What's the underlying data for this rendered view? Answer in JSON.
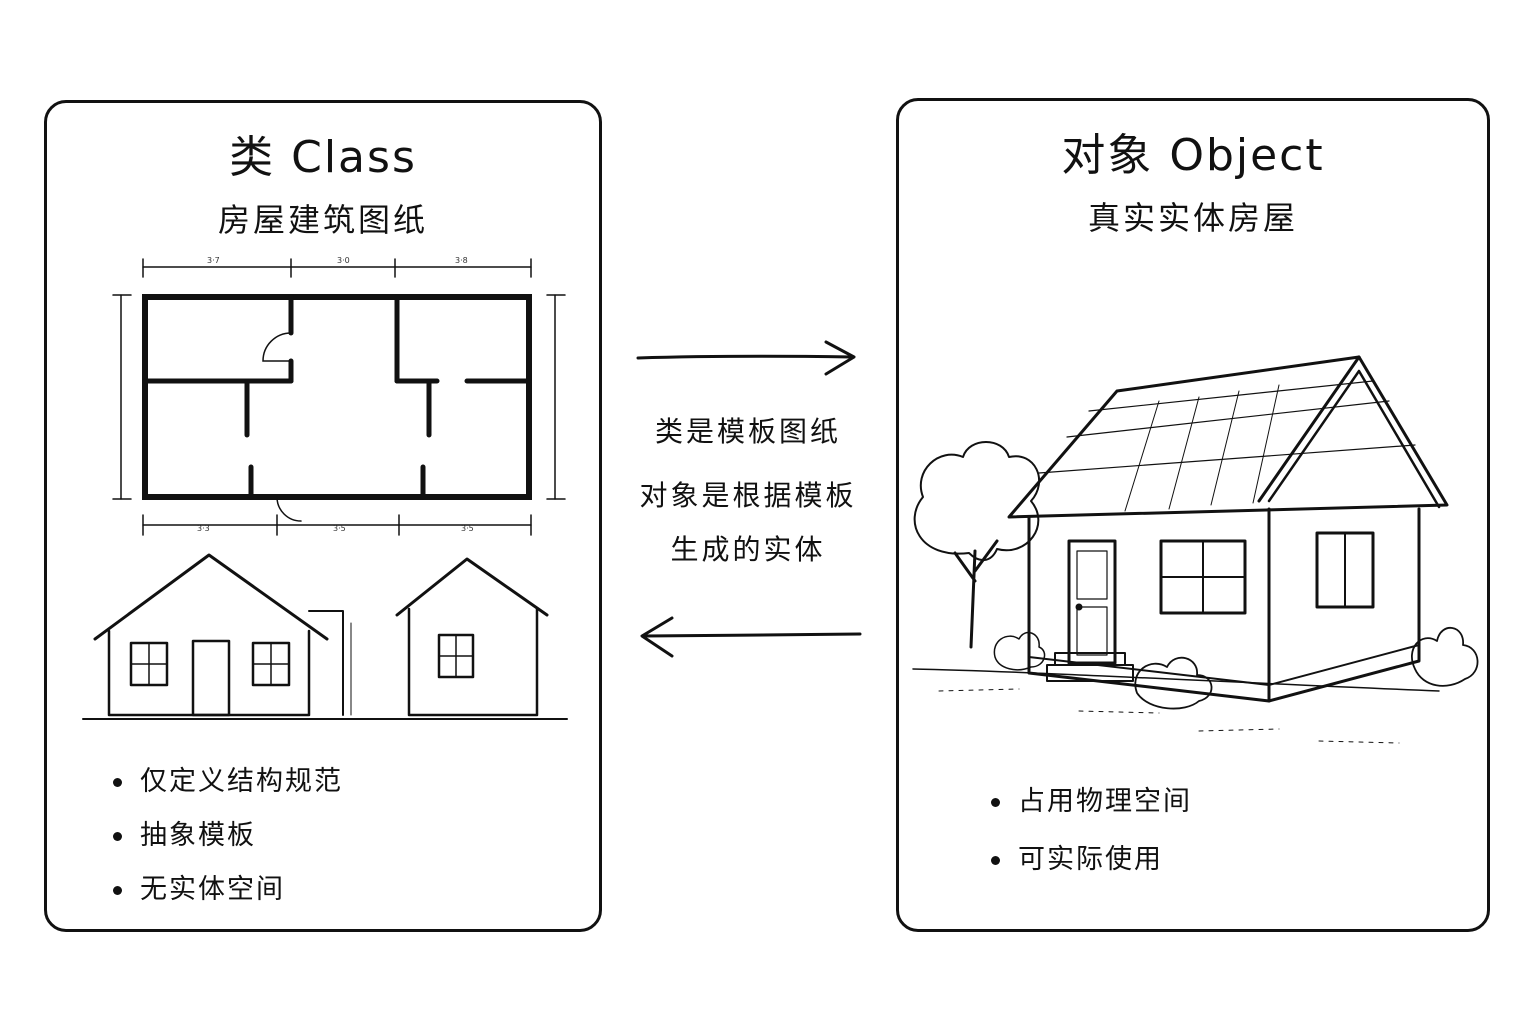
{
  "class_panel": {
    "title": "类 Class",
    "subtitle": "房屋建筑图纸",
    "bullets": [
      "仅定义结构规范",
      "抽象模板",
      "无实体空间"
    ]
  },
  "object_panel": {
    "title": "对象 Object",
    "subtitle": "真实实体房屋",
    "bullets": [
      "占用物理空间",
      "可实际使用"
    ]
  },
  "center": {
    "line1": "类是模板图纸",
    "line2": "对象是根据模板",
    "line3": "生成的实体"
  },
  "icons": {
    "arrow_right": "arrow-right-icon",
    "arrow_left": "arrow-left-icon"
  }
}
